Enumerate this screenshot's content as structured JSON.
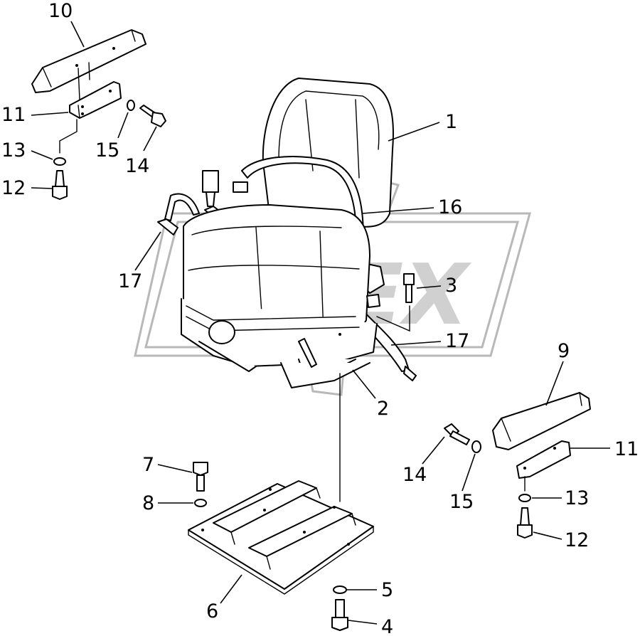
{
  "watermark": {
    "text": "OPEX"
  },
  "callouts": [
    {
      "id": "c1",
      "label": "1"
    },
    {
      "id": "c2",
      "label": "2"
    },
    {
      "id": "c3",
      "label": "3"
    },
    {
      "id": "c4",
      "label": "4"
    },
    {
      "id": "c5",
      "label": "5"
    },
    {
      "id": "c6",
      "label": "6"
    },
    {
      "id": "c7",
      "label": "7"
    },
    {
      "id": "c8",
      "label": "8"
    },
    {
      "id": "c9",
      "label": "9"
    },
    {
      "id": "c10",
      "label": "10"
    },
    {
      "id": "c11a",
      "label": "11"
    },
    {
      "id": "c11b",
      "label": "11"
    },
    {
      "id": "c12a",
      "label": "12"
    },
    {
      "id": "c12b",
      "label": "12"
    },
    {
      "id": "c13a",
      "label": "13"
    },
    {
      "id": "c13b",
      "label": "13"
    },
    {
      "id": "c14a",
      "label": "14"
    },
    {
      "id": "c14b",
      "label": "14"
    },
    {
      "id": "c15a",
      "label": "15"
    },
    {
      "id": "c15b",
      "label": "15"
    },
    {
      "id": "c16",
      "label": "16"
    },
    {
      "id": "c17a",
      "label": "17"
    },
    {
      "id": "c17b",
      "label": "17"
    }
  ]
}
